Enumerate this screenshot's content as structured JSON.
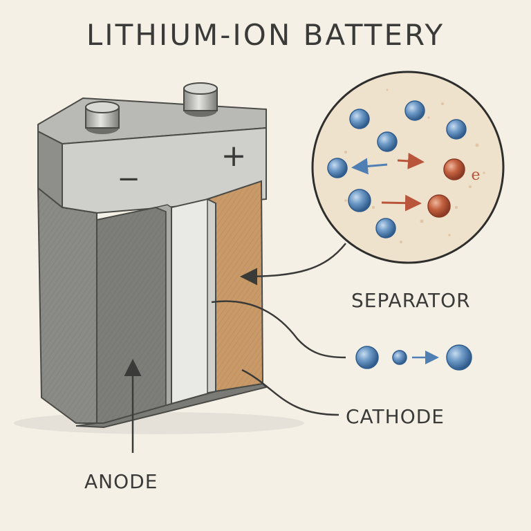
{
  "title": "LITHIUM-ION BATTERY",
  "labels": {
    "separator": "SEPARATOR",
    "cathode": "CATHODE",
    "anode": "ANODE"
  },
  "terminals": {
    "negative": "−",
    "positive": "+"
  },
  "electron_symbol": "e",
  "colors": {
    "background": "#f5f0e6",
    "ink": "#3a3a38",
    "lithium_ion": "#4f7fb3",
    "electron": "#b8553a",
    "cathode": "#c99a68",
    "anode": "#7d7d79",
    "separator": "#e4e4e0"
  },
  "icons": [
    "battery-icon",
    "magnified-view-icon",
    "ion-flow-icon"
  ]
}
